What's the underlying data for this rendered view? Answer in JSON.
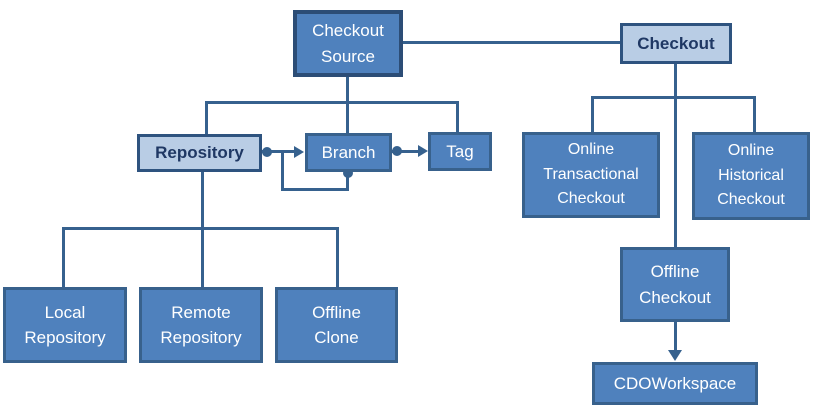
{
  "diagram": {
    "title": "Checkout Source model diagram",
    "colors": {
      "dark_node_fill": "#4f81bd",
      "dark_node_border": "#38618c",
      "light_node_fill": "#b9cde5",
      "light_node_border": "#2e537f",
      "dark_text": "#1f3864",
      "light_text": "#ffffff",
      "connector_line": "#36618e",
      "background": "#ffffff"
    },
    "nodes": {
      "checkout_source": {
        "label": "Checkout Source",
        "lines": [
          "Checkout",
          "Source"
        ],
        "style": "dark"
      },
      "checkout": {
        "label": "Checkout",
        "lines": [
          "Checkout"
        ],
        "style": "light"
      },
      "repository": {
        "label": "Repository",
        "lines": [
          "Repository"
        ],
        "style": "light"
      },
      "branch": {
        "label": "Branch",
        "lines": [
          "Branch"
        ],
        "style": "dark"
      },
      "tag": {
        "label": "Tag",
        "lines": [
          "Tag"
        ],
        "style": "dark"
      },
      "online_transactional_checkout": {
        "label": "Online Transactional Checkout",
        "lines": [
          "Online",
          "Transactional",
          "Checkout"
        ],
        "style": "dark"
      },
      "online_historical_checkout": {
        "label": "Online Historical Checkout",
        "lines": [
          "Online",
          "Historical",
          "Checkout"
        ],
        "style": "dark"
      },
      "local_repository": {
        "label": "Local Repository",
        "lines": [
          "Local",
          "Repository"
        ],
        "style": "dark"
      },
      "remote_repository": {
        "label": "Remote Repository",
        "lines": [
          "Remote",
          "Repository"
        ],
        "style": "dark"
      },
      "offline_clone": {
        "label": "Offline Clone",
        "lines": [
          "Offline",
          "Clone"
        ],
        "style": "dark"
      },
      "offline_checkout": {
        "label": "Offline Checkout",
        "lines": [
          "Offline",
          "Checkout"
        ],
        "style": "dark"
      },
      "cdo_workspace": {
        "label": "CDOWorkspace",
        "lines": [
          "CDOWorkspace"
        ],
        "style": "dark"
      }
    },
    "relationships": [
      {
        "from": "Checkout Source",
        "to": "Checkout",
        "type": "association"
      },
      {
        "from": "Checkout Source",
        "to": "Repository",
        "type": "hierarchy"
      },
      {
        "from": "Checkout Source",
        "to": "Branch",
        "type": "hierarchy"
      },
      {
        "from": "Checkout Source",
        "to": "Tag",
        "type": "hierarchy"
      },
      {
        "from": "Repository",
        "to": "Branch",
        "type": "aggregation-arrow"
      },
      {
        "from": "Branch",
        "to": "Branch",
        "type": "self-aggregation-loop"
      },
      {
        "from": "Branch",
        "to": "Tag",
        "type": "aggregation-arrow"
      },
      {
        "from": "Repository",
        "to": "Local Repository",
        "type": "hierarchy"
      },
      {
        "from": "Repository",
        "to": "Remote Repository",
        "type": "hierarchy"
      },
      {
        "from": "Repository",
        "to": "Offline Clone",
        "type": "hierarchy"
      },
      {
        "from": "Checkout",
        "to": "Online Transactional Checkout",
        "type": "hierarchy"
      },
      {
        "from": "Checkout",
        "to": "Online Historical Checkout",
        "type": "hierarchy"
      },
      {
        "from": "Checkout",
        "to": "Offline Checkout",
        "type": "hierarchy"
      },
      {
        "from": "Offline Checkout",
        "to": "CDOWorkspace",
        "type": "directed-arrow"
      }
    ]
  }
}
